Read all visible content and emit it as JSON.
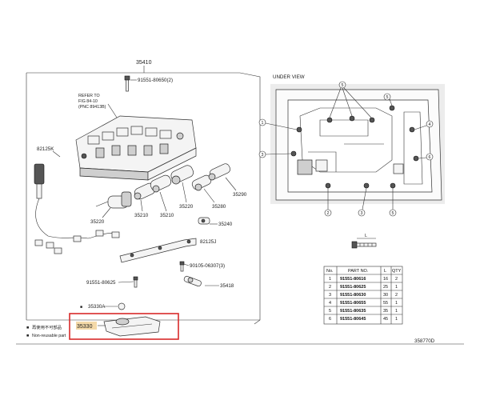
{
  "left": {
    "main_part": "35410",
    "refer_to": [
      "REFER TO",
      "FIG 84-10",
      "(PNC 89413B)"
    ],
    "labels": {
      "bolt_top": "91551-80650(2)",
      "p82125k": "82125K",
      "p35220a": "35220",
      "p35220b": "35220",
      "p35210a": "35210",
      "p35210b": "35210",
      "p35280": "35280",
      "p35290": "35290",
      "p35240": "35240",
      "p82125j": "82125J",
      "bolt_mid": "90105-06307(3)",
      "bolt_left": "91551-80625",
      "p35418": "35418",
      "p35330a": "35330A",
      "p35330": "35330"
    },
    "legend": [
      {
        "symbol": "■",
        "text": "再使用不可部品"
      },
      {
        "symbol": "■",
        "text": "Non-reusable part"
      }
    ]
  },
  "right": {
    "title": "UNDER VIEW",
    "callout_nums": [
      "1",
      "2",
      "3",
      "4",
      "5",
      "6"
    ],
    "table": {
      "headers": [
        "No.",
        "PART NO.",
        "L",
        "QTY"
      ],
      "rows": [
        {
          "no": "1",
          "part": "91551-80616",
          "l": "16",
          "qty": "2"
        },
        {
          "no": "2",
          "part": "91551-80625",
          "l": "25",
          "qty": "1"
        },
        {
          "no": "3",
          "part": "91551-80630",
          "l": "30",
          "qty": "2"
        },
        {
          "no": "4",
          "part": "91551-80655",
          "l": "55",
          "qty": "1"
        },
        {
          "no": "5",
          "part": "91551-80635",
          "l": "35",
          "qty": "1"
        },
        {
          "no": "6",
          "part": "91551-80645",
          "l": "45",
          "qty": "1"
        }
      ]
    },
    "bolt_dim": "L"
  },
  "figure_code": "358770D",
  "highlight_color": "#d82a2a"
}
